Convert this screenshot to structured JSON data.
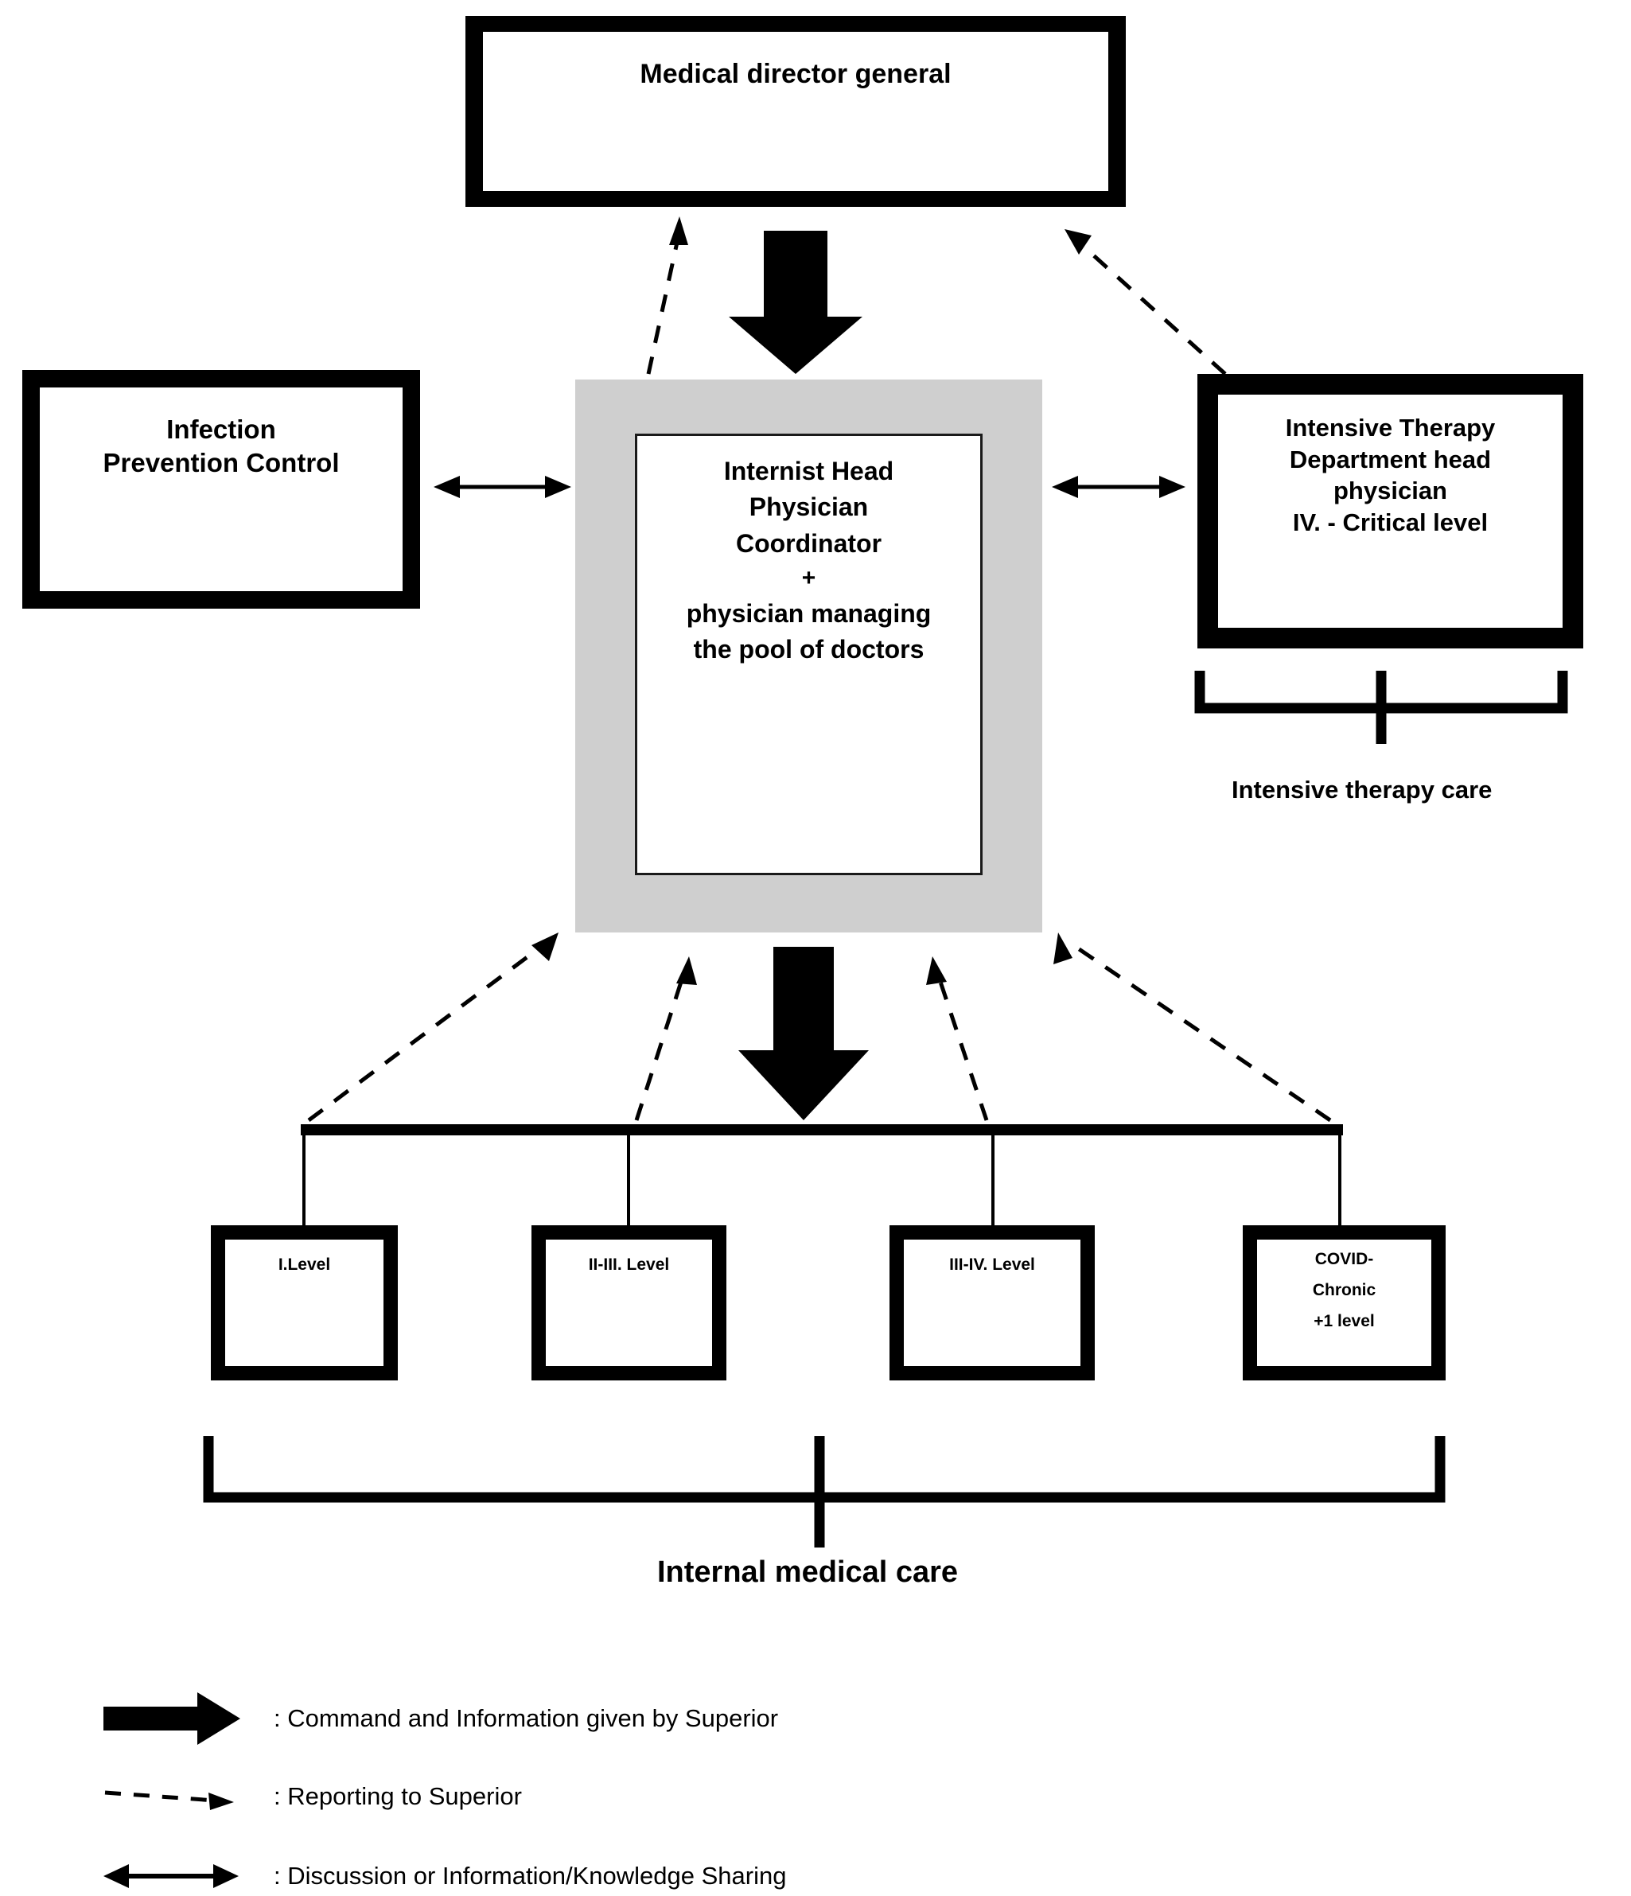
{
  "diagram": {
    "title_implied": "Hospital COVID care organisational / reporting structure",
    "nodes": {
      "director": {
        "label": "Medical director general"
      },
      "infection_prevention": {
        "line1": "Infection",
        "line2": "Prevention Control"
      },
      "intensive_therapy": {
        "line1": "Intensive Therapy",
        "line2": "Department head",
        "line3": "physician",
        "line4": "IV. - Critical level"
      },
      "coordinator": {
        "line1": "Internist Head",
        "line2": "Physician",
        "line3": "Coordinator",
        "plus": "+",
        "line4": "physician managing",
        "line5": "the pool of doctors"
      }
    },
    "levels": [
      {
        "lines": [
          "I.Level"
        ]
      },
      {
        "lines": [
          "II-III. Level"
        ]
      },
      {
        "lines": [
          "III-IV. Level"
        ]
      },
      {
        "lines": [
          "COVID-",
          "Chronic",
          "+1 level"
        ]
      }
    ],
    "braces": {
      "intensive": "Intensive therapy care",
      "internal": "Internal medical care"
    },
    "legend": [
      {
        "icon": "solid-block-arrow-icon",
        "text": ": Command and Information given by Superior"
      },
      {
        "icon": "dashed-arrow-icon",
        "text": ": Reporting to Superior"
      },
      {
        "icon": "double-headed-arrow-icon",
        "text": ": Discussion or Information/Knowledge Sharing"
      }
    ],
    "colors": {
      "stroke": "#000000",
      "frame_fill": "#cfcfcf",
      "box_fill": "#ffffff",
      "background": "#ffffff"
    }
  }
}
